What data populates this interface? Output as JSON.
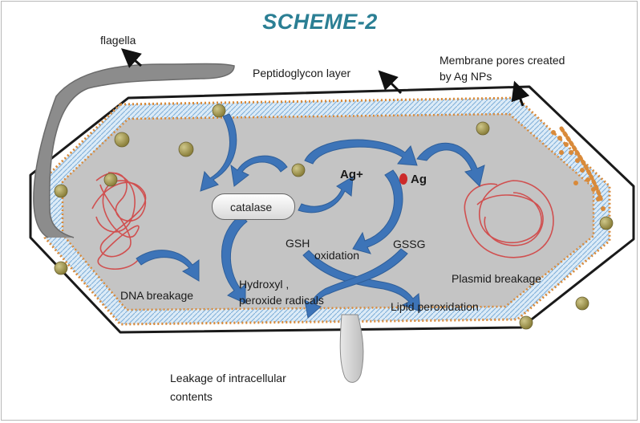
{
  "title": "SCHEME-2",
  "labels": {
    "flagella": "flagella",
    "peptidoglycan": "Peptidoglycon layer",
    "pores_line1": "Membrane pores created",
    "pores_line2": "by Ag NPs",
    "ag_ion": "Ag+",
    "ag": "Ag",
    "catalase": "catalase",
    "gsh": "GSH",
    "oxidation": "oxidation",
    "gssg": "GSSG",
    "plasmid": "Plasmid breakage",
    "dna": "DNA breakage",
    "hydroxyl_line1": "Hydroxyl ,",
    "hydroxyl_line2": "peroxide radicals",
    "lipid": "Lipid peroxidation",
    "leakage_line1": "Leakage of intracellular",
    "leakage_line2": "contents"
  },
  "colors": {
    "title": "#2b7f94",
    "arrow_blue": "#3d74b8",
    "cytoplasm": "#c4c4c4",
    "membrane": "#9ec4e4",
    "membrane_dots": "#d98a3a",
    "nanoparticle": "#a39a52",
    "dna": "#d05050",
    "flagellum": "#8c8c8c",
    "catalase_marker": "#cc2a2a"
  }
}
